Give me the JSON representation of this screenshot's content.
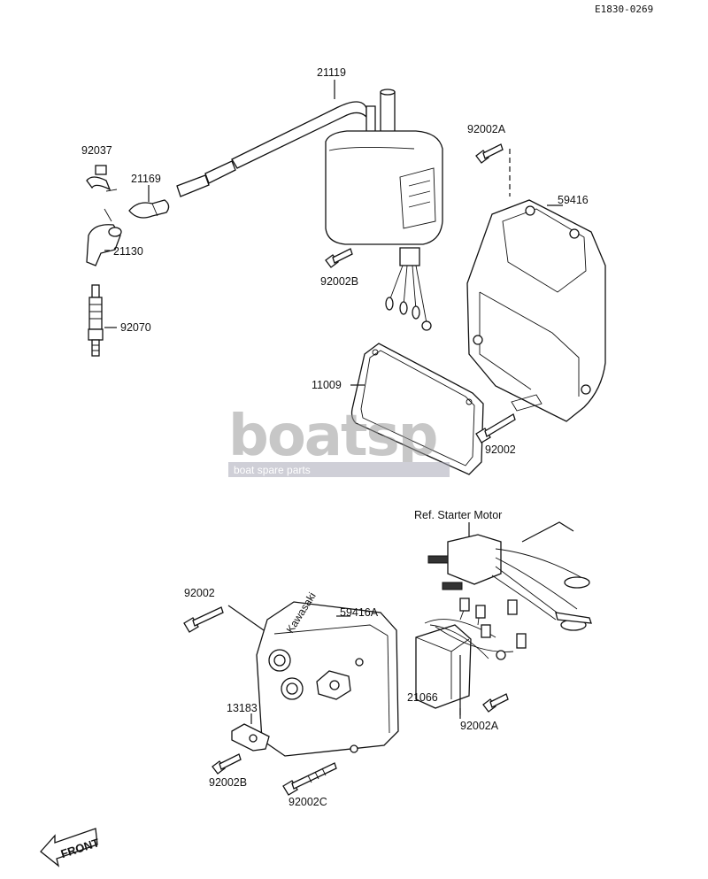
{
  "code": "E1830-0269",
  "reference_note": "Ref. Starter Motor",
  "front_label": "FRONT",
  "watermark": {
    "logo": "boatsp",
    "tagline": "boat spare parts"
  },
  "stamp_text": "Kawasaki",
  "parts": {
    "p21119": "21119",
    "p92037": "92037",
    "p21169": "21169",
    "p21130": "21130",
    "p92070": "92070",
    "p92002A_top": "92002A",
    "p59416": "59416",
    "p92002B_top": "92002B",
    "p11009": "11009",
    "p92002_right": "92002",
    "p92002_left": "92002",
    "p59416A": "59416A",
    "p13183": "13183",
    "p92002B_bottom": "92002B",
    "p92002C": "92002C",
    "p21066": "21066",
    "p92002A_bottom": "92002A"
  },
  "colors": {
    "line": "#111111",
    "watermark_gray": "#9a9a9a",
    "watermark_tag_bg": "#a8a8b8"
  }
}
